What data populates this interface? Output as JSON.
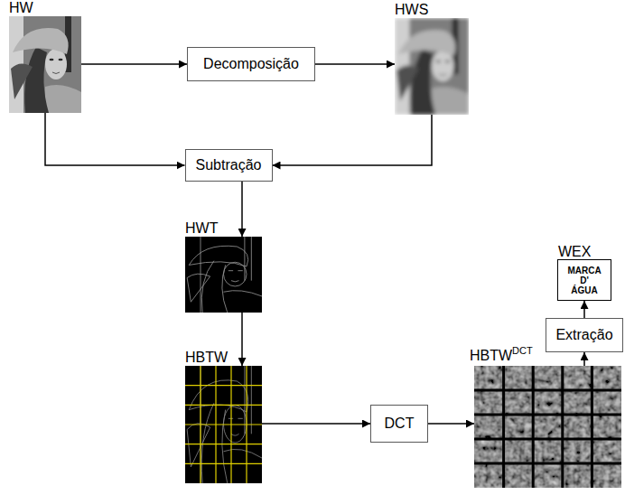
{
  "diagram": {
    "nodes": [
      {
        "text": [
          "HW"
        ]
      },
      {
        "text": [
          "Decomposição"
        ]
      },
      {
        "text": [
          "HWS"
        ]
      },
      {
        "text": [
          "Subtração"
        ]
      },
      {
        "text": [
          "HWT"
        ]
      },
      {
        "text": [
          "HBTW"
        ]
      },
      {
        "text": [
          "DCT"
        ]
      },
      {
        "text": [
          "HBTW",
          "DCT"
        ]
      },
      {
        "text": [
          "Extração"
        ]
      },
      {
        "text": [
          "WEX",
          "MARCA D' ÁGUA"
        ]
      }
    ],
    "edges": [
      {
        "from": 0,
        "to": 1,
        "arrow": "to"
      },
      {
        "from": 1,
        "to": 2,
        "arrow": "to"
      },
      {
        "from": 0,
        "to": 3,
        "arrow": "to"
      },
      {
        "from": 2,
        "to": 3,
        "arrow": "to"
      },
      {
        "from": 3,
        "to": 4,
        "arrow": "to"
      },
      {
        "from": 4,
        "to": 5,
        "arrow": "to"
      },
      {
        "from": 5,
        "to": 6,
        "arrow": "to"
      },
      {
        "from": 6,
        "to": 7,
        "arrow": "to"
      },
      {
        "from": 7,
        "to": 8,
        "arrow": "to"
      },
      {
        "from": 8,
        "to": 9,
        "arrow": "to"
      }
    ]
  }
}
